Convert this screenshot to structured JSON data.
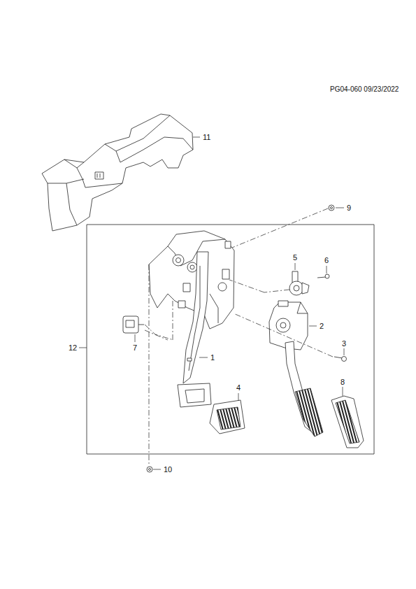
{
  "diagram": {
    "labels": [
      "PG04-060 09/23/2022",
      "11",
      "9",
      "5",
      "6",
      "2",
      "3",
      "12",
      "1",
      "7",
      "4",
      "8",
      "10"
    ]
  }
}
